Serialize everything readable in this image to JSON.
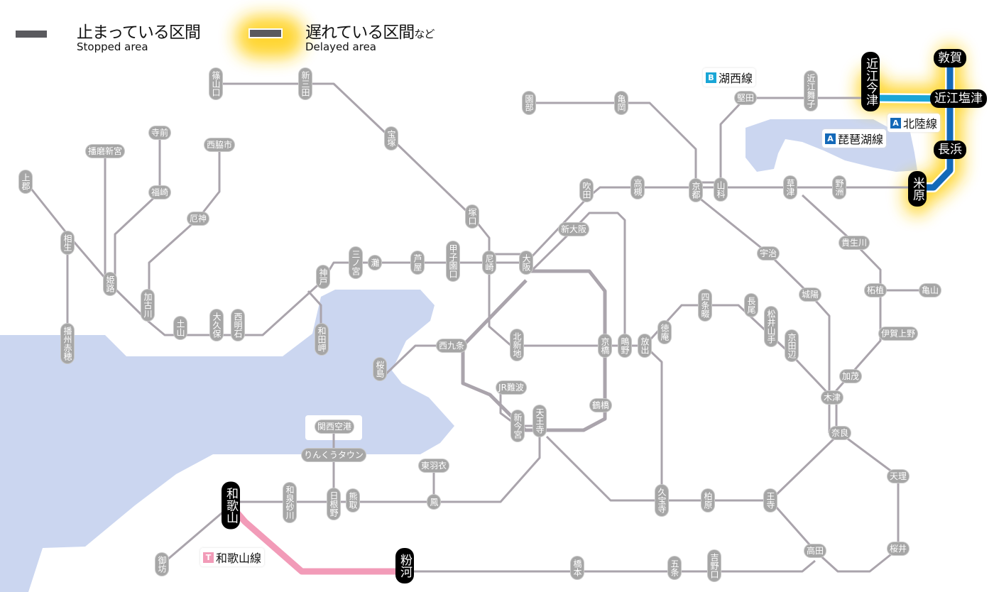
{
  "legend": {
    "stopped_jp": "止まっている区間",
    "stopped_en": "Stopped area",
    "delayed_jp": "遅れている区間",
    "delayed_suffix": "など",
    "delayed_en": "Delayed area"
  },
  "colors": {
    "line": "#aaa4ac",
    "water": "#cbd6f0",
    "stopped_station": "#000000",
    "hokuriku": "#1469b8",
    "kosei": "#1aa6d6",
    "wakayama": "#f29bb8",
    "delay_glow": "#ffd21e"
  },
  "line_badges": [
    {
      "key": "B",
      "name": "湖西線",
      "color": "#1aa6d6"
    },
    {
      "key": "A",
      "name": "北陸線",
      "color": "#1469b8"
    },
    {
      "key": "A",
      "name": "琵琶湖線",
      "color": "#1469b8"
    },
    {
      "key": "T",
      "name": "和歌山線",
      "color": "#f29bb8"
    }
  ],
  "stations": [
    {
      "name": "篠山口",
      "status": "normal"
    },
    {
      "name": "新三田",
      "status": "normal"
    },
    {
      "name": "宝塚",
      "status": "normal"
    },
    {
      "name": "塚口",
      "status": "normal"
    },
    {
      "name": "尼崎",
      "status": "normal"
    },
    {
      "name": "甲子園口",
      "status": "normal"
    },
    {
      "name": "芦屋",
      "status": "normal"
    },
    {
      "name": "灘",
      "status": "normal"
    },
    {
      "name": "三ノ宮",
      "status": "normal"
    },
    {
      "name": "神戸",
      "status": "normal"
    },
    {
      "name": "和田岬",
      "status": "normal"
    },
    {
      "name": "西明石",
      "status": "normal"
    },
    {
      "name": "大久保",
      "status": "normal"
    },
    {
      "name": "土山",
      "status": "normal"
    },
    {
      "name": "加古川",
      "status": "normal"
    },
    {
      "name": "厄神",
      "status": "normal"
    },
    {
      "name": "西脇市",
      "status": "normal"
    },
    {
      "name": "福崎",
      "status": "normal"
    },
    {
      "name": "寺前",
      "status": "normal"
    },
    {
      "name": "播磨新宮",
      "status": "normal"
    },
    {
      "name": "上郡",
      "status": "normal"
    },
    {
      "name": "相生",
      "status": "normal"
    },
    {
      "name": "姫路",
      "status": "normal"
    },
    {
      "name": "播州赤穂",
      "status": "normal"
    },
    {
      "name": "園部",
      "status": "normal"
    },
    {
      "name": "亀岡",
      "status": "normal"
    },
    {
      "name": "京都",
      "status": "normal"
    },
    {
      "name": "高槻",
      "status": "normal"
    },
    {
      "name": "吹田",
      "status": "normal"
    },
    {
      "name": "新大阪",
      "status": "normal"
    },
    {
      "name": "大阪",
      "status": "normal"
    },
    {
      "name": "北新地",
      "status": "normal"
    },
    {
      "name": "京橋",
      "status": "normal"
    },
    {
      "name": "鴫野",
      "status": "normal"
    },
    {
      "name": "放出",
      "status": "normal"
    },
    {
      "name": "徳庵",
      "status": "normal"
    },
    {
      "name": "四条畷",
      "status": "normal"
    },
    {
      "name": "長尾",
      "status": "normal"
    },
    {
      "name": "松井山手",
      "status": "normal"
    },
    {
      "name": "京田辺",
      "status": "normal"
    },
    {
      "name": "西九条",
      "status": "normal"
    },
    {
      "name": "桜島",
      "status": "normal"
    },
    {
      "name": "JR難波",
      "status": "normal"
    },
    {
      "name": "新今宮",
      "status": "normal"
    },
    {
      "name": "天王寺",
      "status": "normal"
    },
    {
      "name": "鶴橋",
      "status": "normal"
    },
    {
      "name": "山科",
      "status": "normal"
    },
    {
      "name": "堅田",
      "status": "normal"
    },
    {
      "name": "近江舞子",
      "status": "normal"
    },
    {
      "name": "草津",
      "status": "normal"
    },
    {
      "name": "野洲",
      "status": "normal"
    },
    {
      "name": "宇治",
      "status": "normal"
    },
    {
      "name": "城陽",
      "status": "normal"
    },
    {
      "name": "木津",
      "status": "normal"
    },
    {
      "name": "加茂",
      "status": "normal"
    },
    {
      "name": "奈良",
      "status": "normal"
    },
    {
      "name": "貴生川",
      "status": "normal"
    },
    {
      "name": "柘植",
      "status": "normal"
    },
    {
      "name": "亀山",
      "status": "normal"
    },
    {
      "name": "伊賀上野",
      "status": "normal"
    },
    {
      "name": "天理",
      "status": "normal"
    },
    {
      "name": "桜井",
      "status": "normal"
    },
    {
      "name": "王寺",
      "status": "normal"
    },
    {
      "name": "柏原",
      "status": "normal"
    },
    {
      "name": "久宝寺",
      "status": "normal"
    },
    {
      "name": "高田",
      "status": "normal"
    },
    {
      "name": "吉野口",
      "status": "normal"
    },
    {
      "name": "五条",
      "status": "normal"
    },
    {
      "name": "橋本",
      "status": "normal"
    },
    {
      "name": "粉河",
      "status": "stopped"
    },
    {
      "name": "和歌山",
      "status": "stopped"
    },
    {
      "name": "御坊",
      "status": "normal"
    },
    {
      "name": "和泉砂川",
      "status": "normal"
    },
    {
      "name": "日根野",
      "status": "normal"
    },
    {
      "name": "熊取",
      "status": "normal"
    },
    {
      "name": "鳳",
      "status": "normal"
    },
    {
      "name": "東羽衣",
      "status": "normal"
    },
    {
      "name": "りんくうタウン",
      "status": "normal"
    },
    {
      "name": "関西空港",
      "status": "normal"
    },
    {
      "name": "近江今津",
      "status": "stopped"
    },
    {
      "name": "敦賀",
      "status": "stopped"
    },
    {
      "name": "近江塩津",
      "status": "stopped"
    },
    {
      "name": "長浜",
      "status": "stopped"
    },
    {
      "name": "米原",
      "status": "stopped"
    }
  ]
}
